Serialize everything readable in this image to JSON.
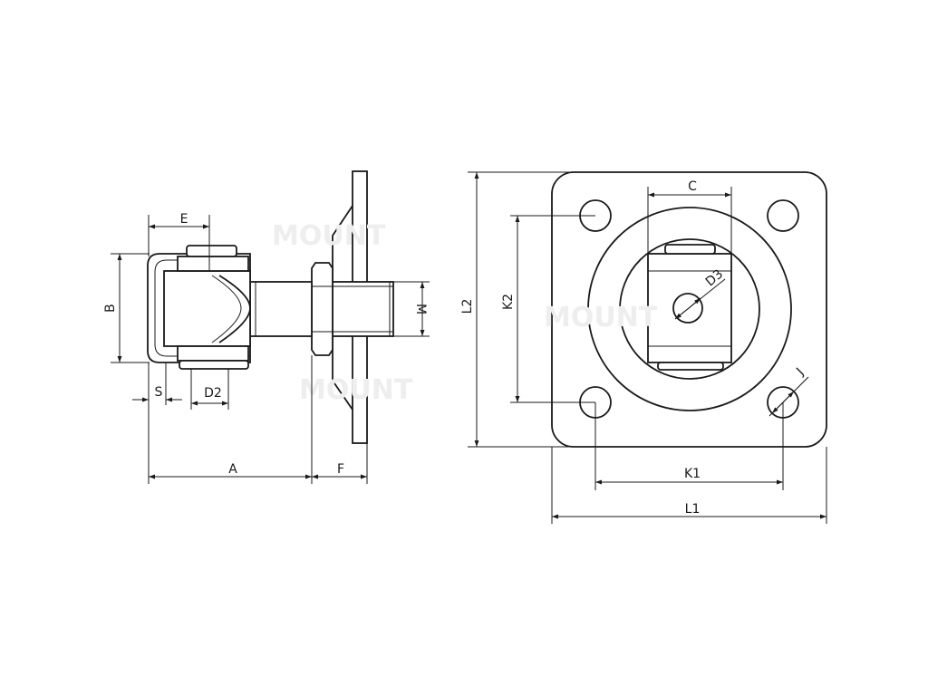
{
  "labels": {
    "A": "A",
    "B": "B",
    "E": "E",
    "S": "S",
    "D2": "D2",
    "F": "F",
    "M": "M",
    "C": "C",
    "D3": "D3",
    "K1": "K1",
    "K2": "K2",
    "L1": "L1",
    "L2": "L2",
    "J": "J"
  }
}
